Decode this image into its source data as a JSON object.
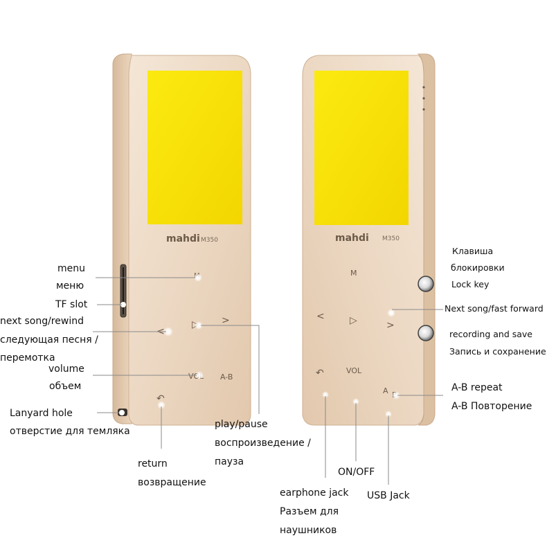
{
  "colors": {
    "gold_light": "#f0ddc8",
    "gold_mid": "#e6cdb2",
    "gold_dark": "#c9a98a",
    "screen": "#f9e400",
    "button_text": "#6a5a4a",
    "line": "#8a8a8a"
  },
  "device_left": {
    "brand": "mahdi",
    "model": "M350",
    "buttons": {
      "menu": "M",
      "prev": "<",
      "play": "▷",
      "next": ">",
      "vol": "VOL",
      "ab": "A-B",
      "back": "↶"
    }
  },
  "device_right": {
    "brand": "mahdi",
    "model": "M350",
    "buttons": {
      "menu": "M",
      "prev": "<",
      "play": "▷",
      "next": ">",
      "vol": "VOL",
      "ab_a": "A",
      "ab_b": "B",
      "back": "↶"
    }
  },
  "labels": {
    "menu_en": "menu",
    "menu_ru": "меню",
    "tf_slot": "TF slot",
    "next_rewind_en": "next song/rewind",
    "next_rewind_ru1": "следующая песня /",
    "next_rewind_ru2": "перемотка",
    "volume_en": "volume",
    "volume_ru": "объем",
    "lanyard_en": "Lanyard hole",
    "lanyard_ru": "отверстие для темляка",
    "return_en": "return",
    "return_ru": "возвращение",
    "play_en": "play/pause",
    "play_ru1": "воспроизведение /",
    "play_ru2": "пауза",
    "lock_ru1": "Клавиша",
    "lock_ru2": "блокировки",
    "lock_en": "Lock key",
    "next_ff": "Next song/fast forward",
    "rec_en": "recording and save",
    "rec_ru": "Запись и сохранение",
    "ab_en": "A-B repeat",
    "ab_ru": "A-B Повторение",
    "onoff": "ON/OFF",
    "usb": "USB Jack",
    "earphone_en": "earphone jack",
    "earphone_ru1": "Разъем для",
    "earphone_ru2": "наушников"
  }
}
